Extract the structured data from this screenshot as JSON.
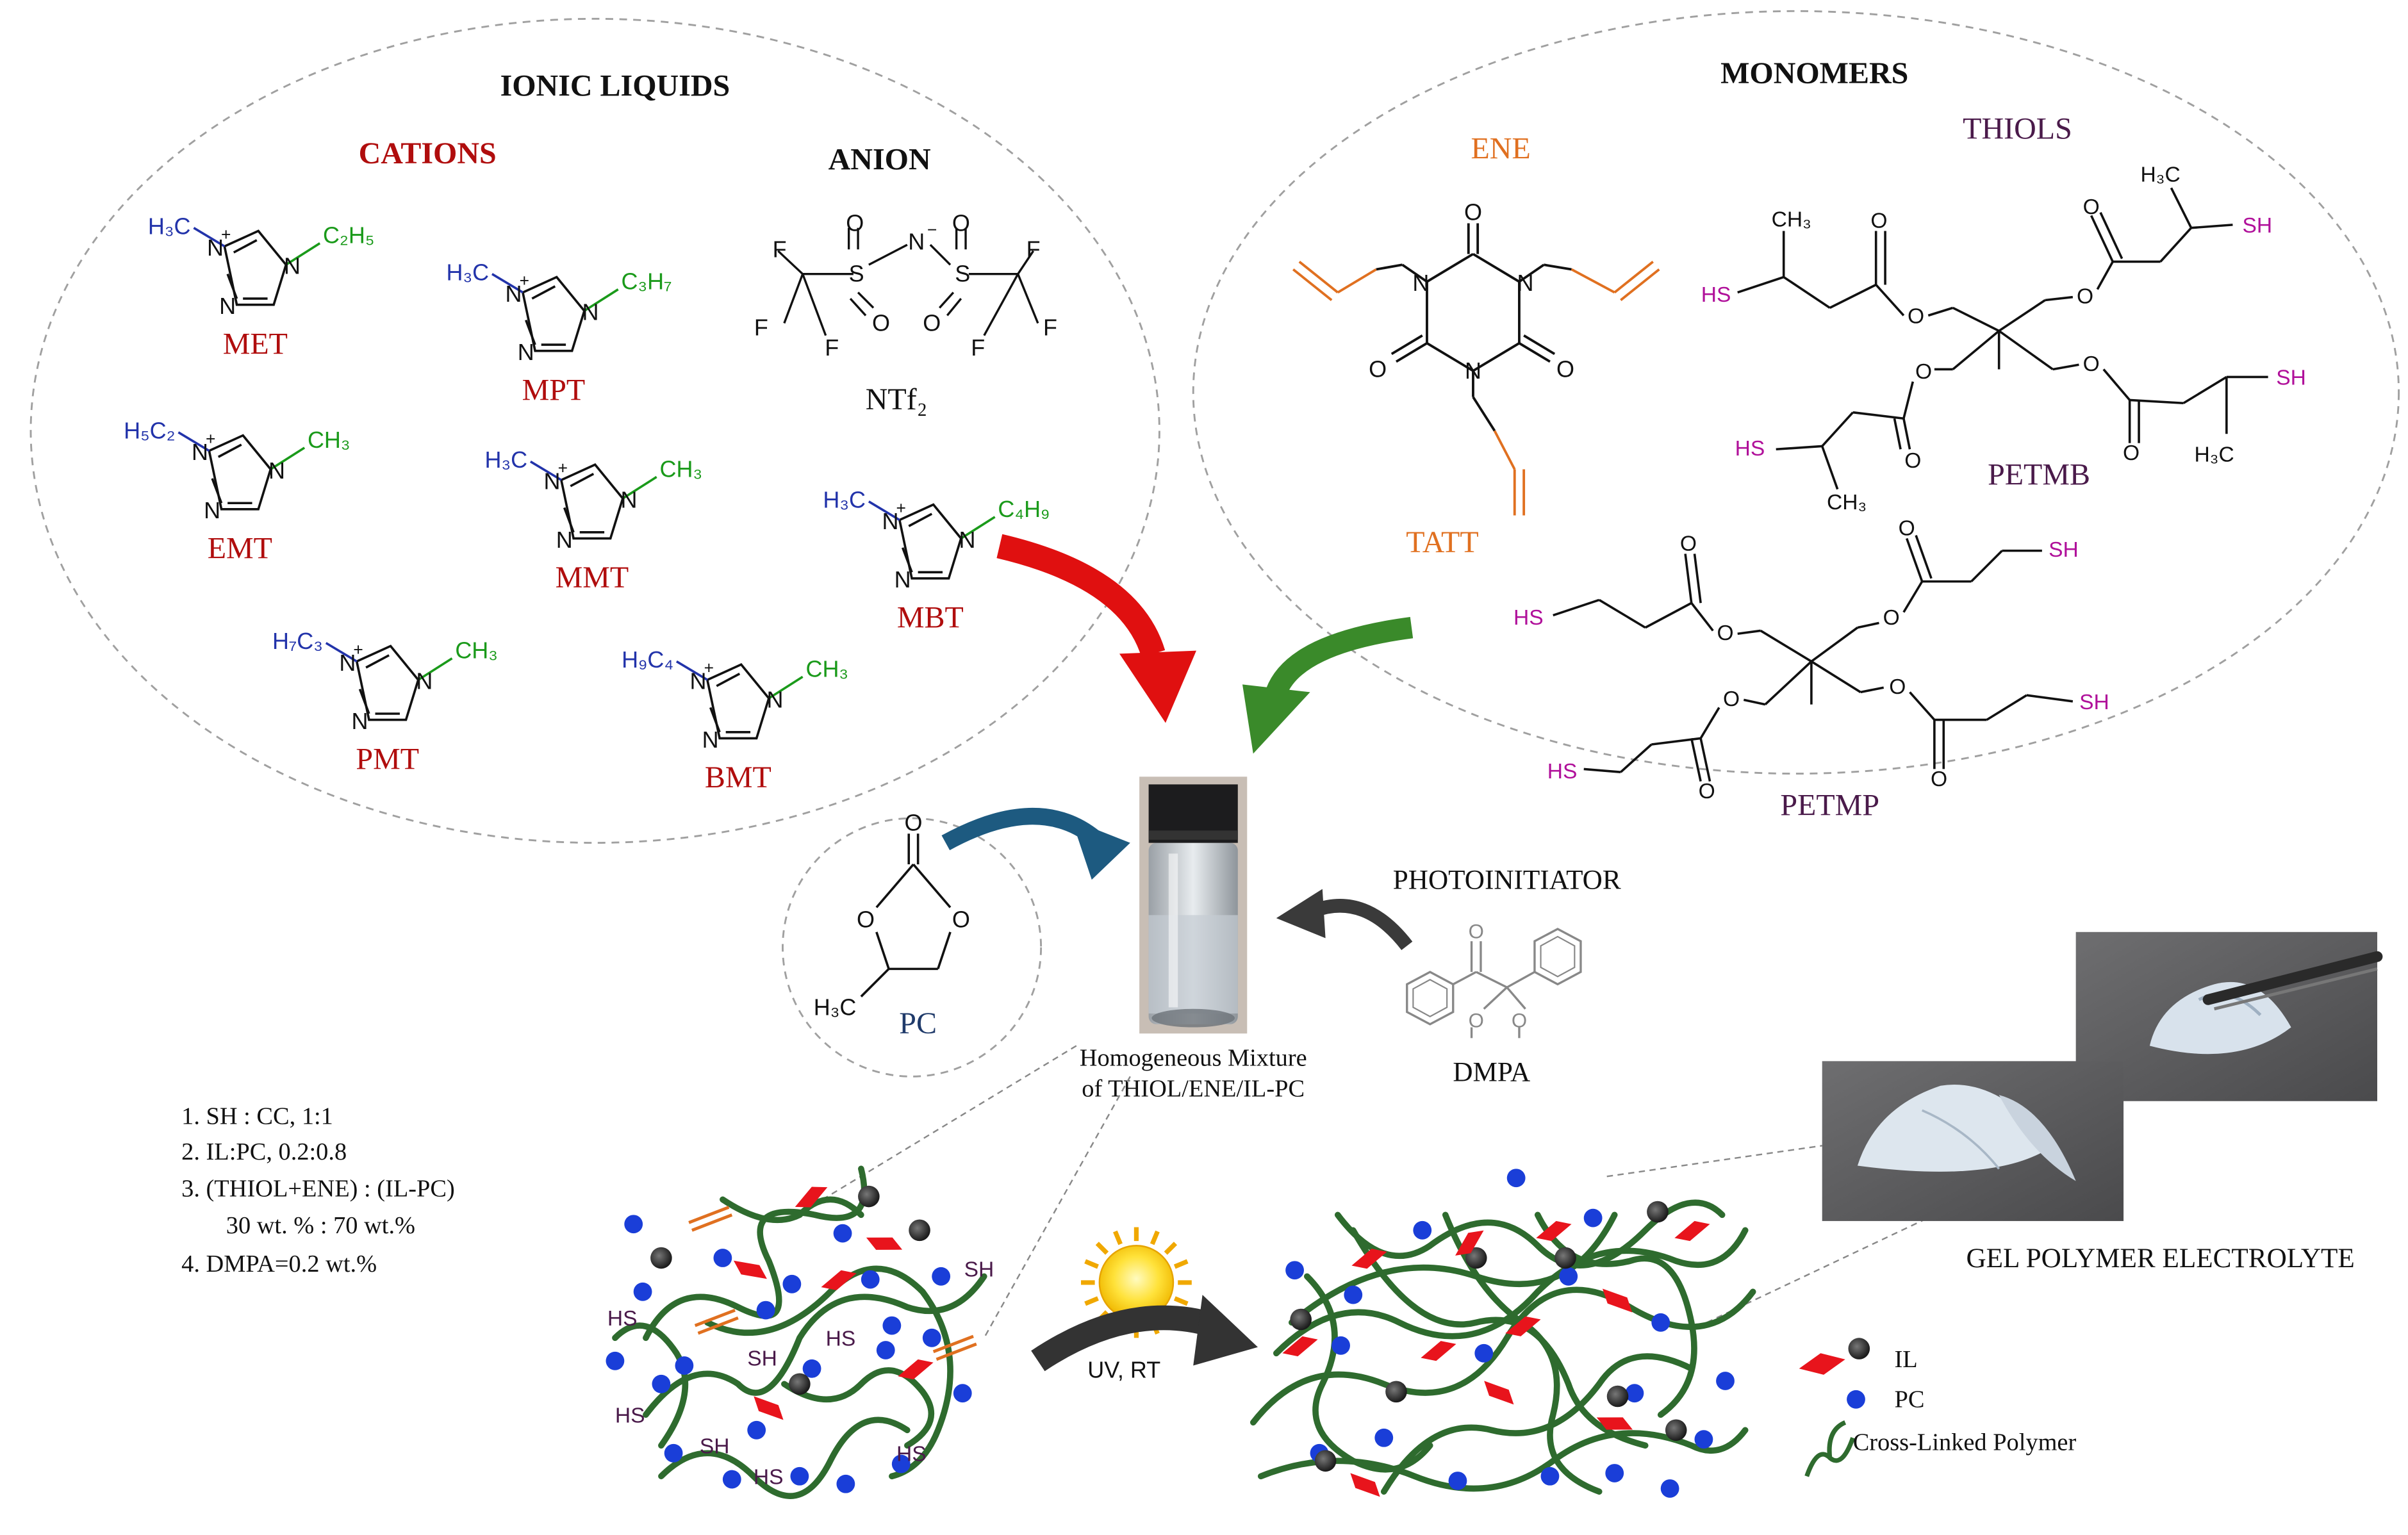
{
  "colors": {
    "cation_red": "#b00d0d",
    "alkyl_blue": "#2233aa",
    "alkyl_green": "#1a9a1a",
    "ene_orange": "#e07020",
    "thiol_purple": "#4a1a4a",
    "sh_magenta": "#b0109a",
    "pc_navy": "#1f3a6a",
    "arrow_red": "#e01010",
    "arrow_green": "#3a8a2a",
    "arrow_teal": "#1d5a80",
    "arrow_dark": "#333333",
    "polymer_green": "#2e6b2e",
    "ion_red": "#e8141c",
    "pc_blue": "#1a3ed8"
  },
  "ionic_liquids": {
    "title": "IONIC LIQUIDS",
    "cations_title": "CATIONS",
    "anion_title": "ANION",
    "anion_name": "NTf₂",
    "cations": [
      {
        "name": "MET",
        "left": "H₃C",
        "right": "C₂H₅"
      },
      {
        "name": "MPT",
        "left": "H₃C",
        "right": "C₃H₇"
      },
      {
        "name": "EMT",
        "left": "H₅C₂",
        "right": "CH₃"
      },
      {
        "name": "MMT",
        "left": "H₃C",
        "right": "CH₃"
      },
      {
        "name": "MBT",
        "left": "H₃C",
        "right": "C₄H₉"
      },
      {
        "name": "PMT",
        "left": "H₇C₃",
        "right": "CH₃"
      },
      {
        "name": "BMT",
        "left": "H₉C₄",
        "right": "CH₃"
      }
    ]
  },
  "monomers": {
    "title": "MONOMERS",
    "ene_title": "ENE",
    "thiols_title": "THIOLS",
    "ene_name": "TATT",
    "thiol_names": [
      "PETMB",
      "PETMP"
    ],
    "atoms": {
      "o": "O",
      "n": "N",
      "sh": "SH",
      "hs": "HS",
      "f": "F",
      "s": "S",
      "ch3": "CH₃",
      "h3c": "H₃C"
    }
  },
  "center": {
    "pc_label": "PC",
    "mixture_label_1": "Homogeneous Mixture",
    "mixture_label_2": "of THIOL/ENE/IL-PC",
    "photoinitiator_title": "PHOTOINITIATOR",
    "photoinitiator_name": "DMPA"
  },
  "conditions": [
    "1.  SH : CC, 1:1",
    "2.  IL:PC, 0.2:0.8",
    "3.  (THIOL+ENE) : (IL-PC)",
    "30 wt. % : 70 wt.%",
    "4.  DMPA=0.2 wt.%"
  ],
  "reaction": {
    "condition_label": "UV,  RT",
    "product_label": "GEL POLYMER ELECTROLYTE"
  },
  "legend": {
    "il": "IL",
    "pc": "PC",
    "polymer": "Cross-Linked Polymer"
  }
}
